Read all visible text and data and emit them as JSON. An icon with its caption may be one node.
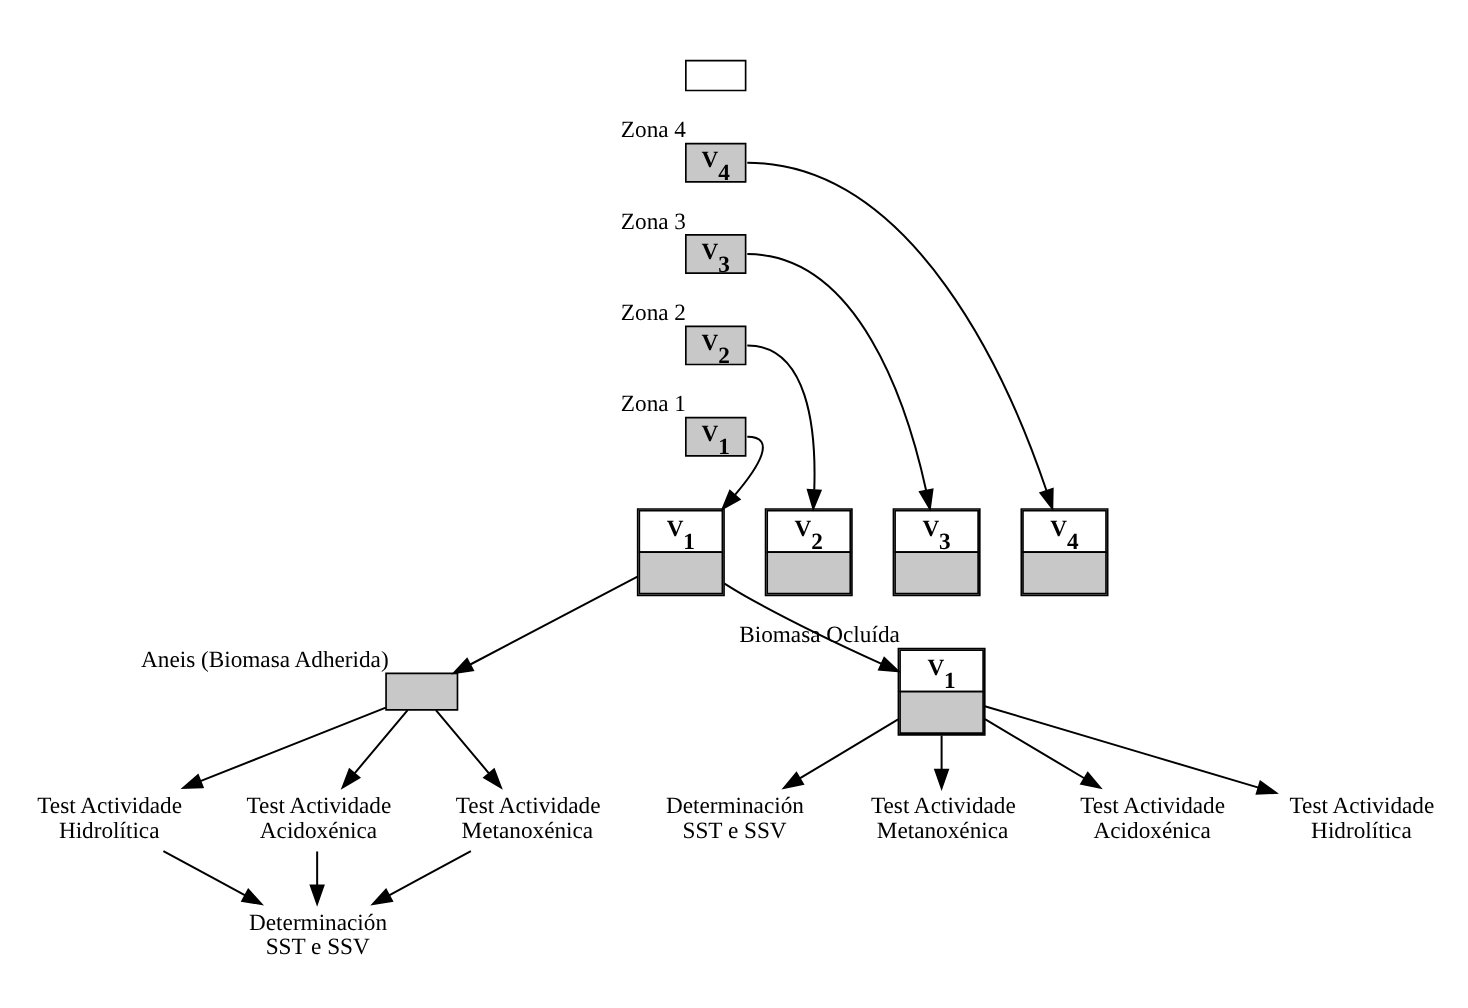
{
  "diagram": {
    "nodes": [
      {
        "text": [],
        "shape": "box"
      },
      {
        "text": [
          "V$_{4}$"
        ],
        "beside": [
          "Zona 4"
        ]
      },
      {
        "text": [
          "V$_{3}$"
        ],
        "beside": [
          "Zona 3"
        ]
      },
      {
        "text": [
          "V$_{2}$"
        ],
        "beside": [
          "Zona 2"
        ]
      },
      {
        "text": [
          "V$_{1}$"
        ],
        "beside": [
          "Zona 1"
        ]
      },
      {
        "text": [
          "V$_{1}$"
        ]
      },
      {
        "text": [
          "V$_{2}$"
        ]
      },
      {
        "text": [
          "V$_{3}$"
        ]
      },
      {
        "text": [
          "V$_{4}$"
        ]
      },
      {
        "text": [],
        "shape": "box",
        "beside": [
          "Aneis (Biomasa Adherida)"
        ]
      },
      {
        "text": [
          "V$_{1}$"
        ],
        "beside": [
          "Biomasa Ocluída"
        ]
      },
      {
        "text": [
          "Test Actividade Hidrolítica"
        ]
      },
      {
        "text": [
          "Test Actividade Acidoxénica"
        ]
      },
      {
        "text": [
          "Test Actividade Metanoxénica"
        ]
      },
      {
        "text": [
          "Determinación SST e SSV"
        ]
      },
      {
        "text": [
          "Determinación SST e SSV"
        ]
      },
      {
        "text": [
          "Test Actividade Metanoxénica"
        ]
      },
      {
        "text": [
          "Test Actividade Acidoxénica"
        ]
      },
      {
        "text": [
          "Test Actividade Hidrolítica"
        ]
      }
    ],
    "edges": [
      {
        "from": 4,
        "to": 5,
        "arrow": "to"
      },
      {
        "from": 3,
        "to": 6,
        "arrow": "to"
      },
      {
        "from": 2,
        "to": 7,
        "arrow": "to"
      },
      {
        "from": 1,
        "to": 8,
        "arrow": "to"
      },
      {
        "from": 5,
        "to": 9,
        "arrow": "to"
      },
      {
        "from": 5,
        "to": 10,
        "arrow": "to"
      },
      {
        "from": 9,
        "to": 11,
        "arrow": "to"
      },
      {
        "from": 9,
        "to": 12,
        "arrow": "to"
      },
      {
        "from": 9,
        "to": 13,
        "arrow": "to"
      },
      {
        "from": 11,
        "to": 14,
        "arrow": "to"
      },
      {
        "from": 12,
        "to": 14,
        "arrow": "to"
      },
      {
        "from": 13,
        "to": 14,
        "arrow": "to"
      },
      {
        "from": 10,
        "to": 15,
        "arrow": "to"
      },
      {
        "from": 10,
        "to": 16,
        "arrow": "to"
      },
      {
        "from": 10,
        "to": 17,
        "arrow": "to"
      },
      {
        "from": 10,
        "to": 18,
        "arrow": "to"
      }
    ]
  }
}
